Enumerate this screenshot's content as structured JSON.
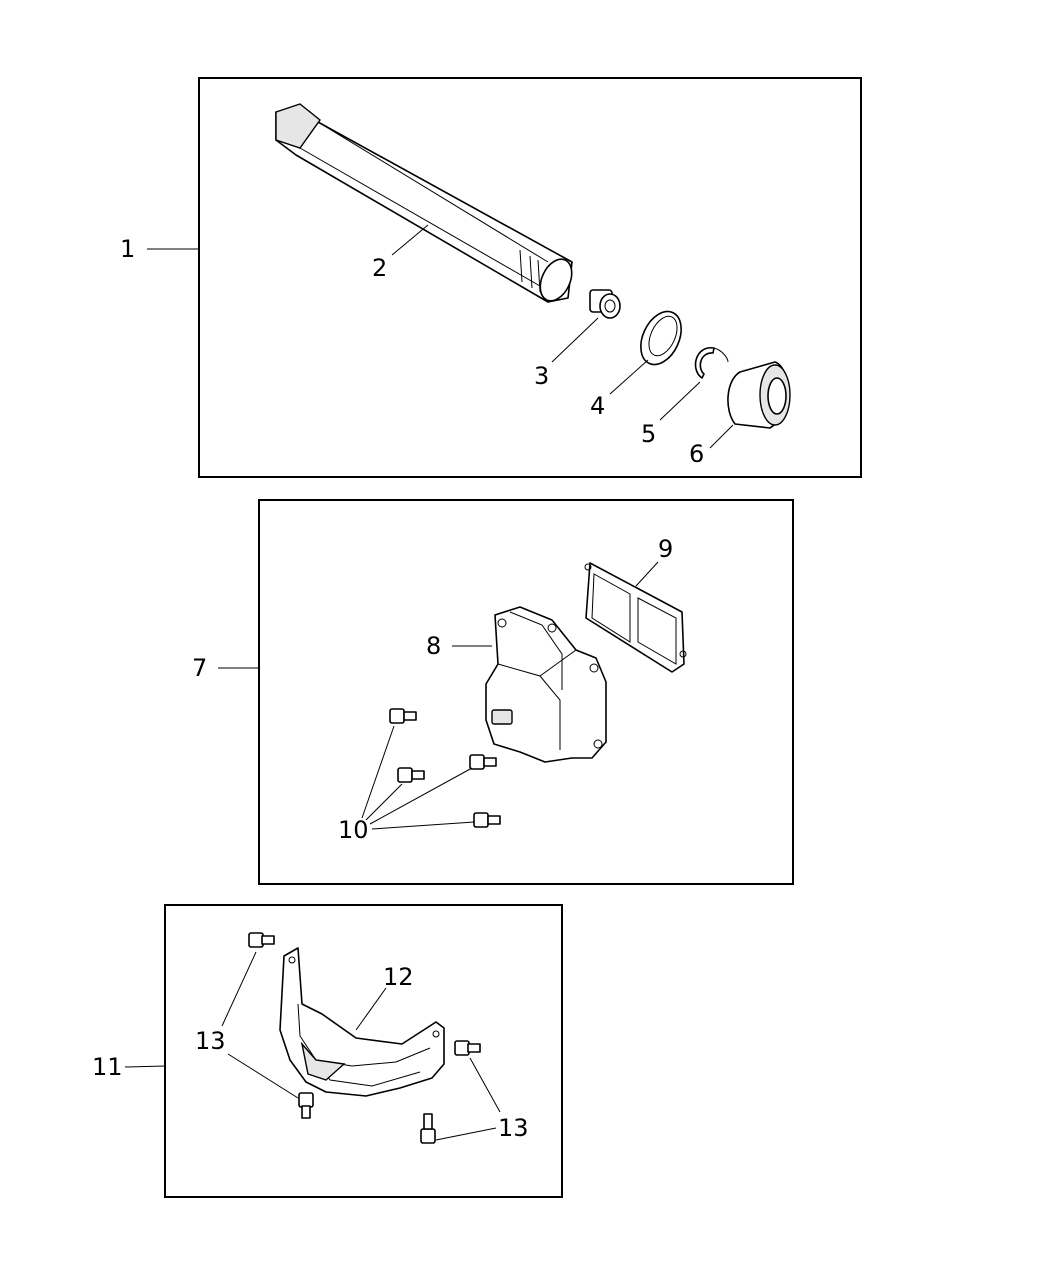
{
  "diagram": {
    "groups": [
      {
        "callout": "1",
        "parts": [
          {
            "callout": "2"
          },
          {
            "callout": "3"
          },
          {
            "callout": "4"
          },
          {
            "callout": "5"
          },
          {
            "callout": "6"
          }
        ]
      },
      {
        "callout": "7",
        "parts": [
          {
            "callout": "8"
          },
          {
            "callout": "9"
          },
          {
            "callout": "10"
          }
        ]
      },
      {
        "callout": "11",
        "parts": [
          {
            "callout": "12"
          },
          {
            "callout": "13"
          },
          {
            "callout": "13"
          }
        ]
      }
    ]
  }
}
